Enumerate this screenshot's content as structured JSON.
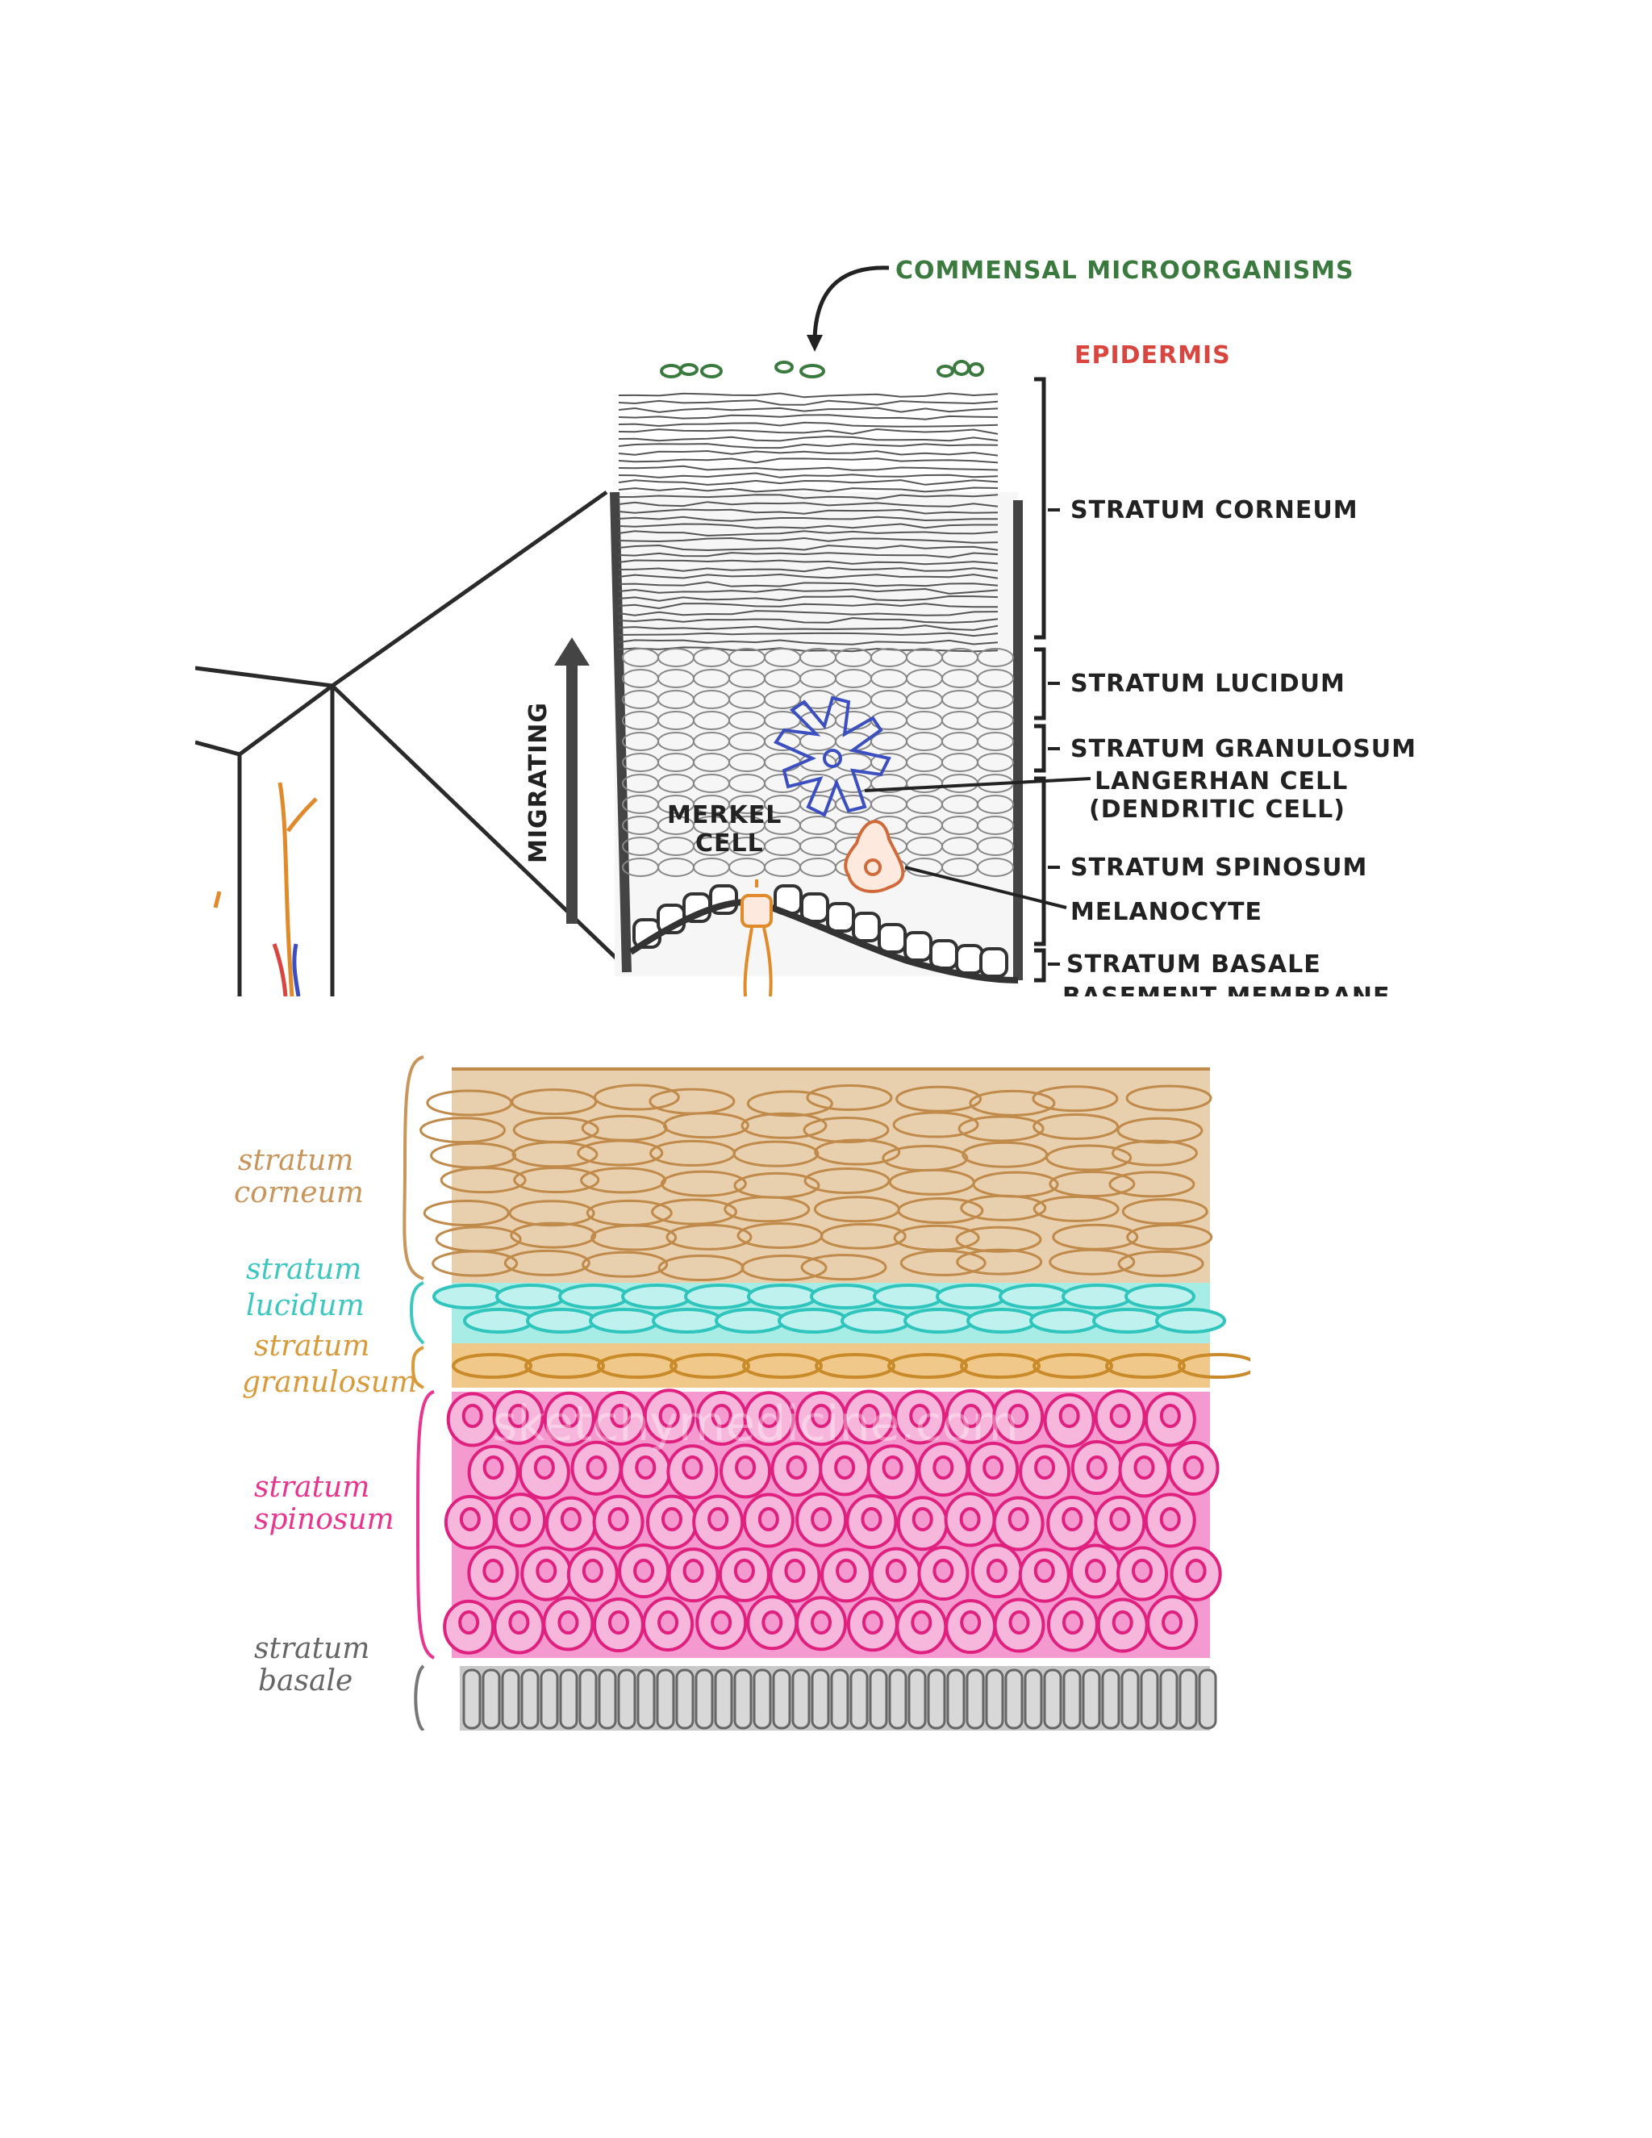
{
  "top_figure": {
    "callout": "COMMENSAL MICROORGANISMS",
    "arrow_label": "MIGRATING",
    "layer_labels": {
      "epidermis": "EPIDERMIS",
      "corneum": "STRATUM CORNEUM",
      "lucidum": "STRATUM LUCIDUM",
      "granulosum": "STRATUM GRANULOSUM",
      "langerhans": "LANGERHAN CELL",
      "langerhans_sub": "(DENDRITIC CELL)",
      "spinosum": "STRATUM SPINOSUM",
      "melanocyte": "MELANOCYTE",
      "basale": "STRATUM BASALE",
      "basement": "BASEMENT MEMBRANE"
    },
    "merkel_line1": "MERKEL",
    "merkel_line2": "CELL",
    "colors": {
      "callout": "#3b7a3e",
      "epidermis": "#d9453f",
      "ink": "#2a2a2a",
      "langerhans": "#3b4fc0",
      "nerve": "#e08a2a"
    }
  },
  "bottom_figure": {
    "labels": {
      "corneum_1": "stratum",
      "corneum_2": "corneum",
      "lucidum_1": "stratum",
      "lucidum_2": "lucidum",
      "granulosum_1": "stratum",
      "granulosum_2": "granulosum",
      "spinosum_1": "stratum",
      "spinosum_2": "spinosum",
      "basale_1": "stratum",
      "basale_2": "basale"
    },
    "watermark": "sketchymedicine.com",
    "colors": {
      "corneum": "#c8955a",
      "lucidum": "#3cc8c0",
      "granulosum": "#d99a3a",
      "spinosum": "#e8358f",
      "basale": "#8c8c8c"
    }
  }
}
